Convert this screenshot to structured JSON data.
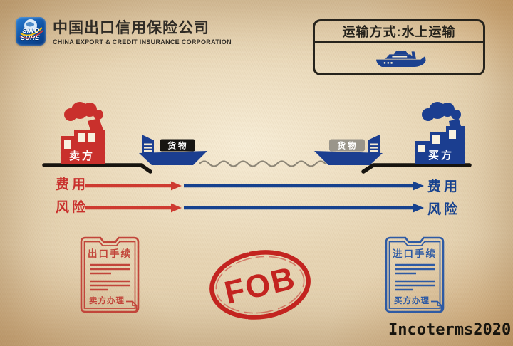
{
  "header": {
    "logo_line1": "SINO",
    "logo_line2": "SURE",
    "company_cn": "中国出口信用保险公司",
    "company_en": "CHINA EXPORT & CREDIT INSURANCE CORPORATION"
  },
  "transport": {
    "title": "运输方式:水上运输",
    "icon": "ship-icon"
  },
  "scene": {
    "seller_label": "卖方",
    "buyer_label": "买方",
    "cargo_left_label": "货物",
    "cargo_right_label": "货物"
  },
  "arrows": {
    "rows": [
      {
        "left_label": "费用",
        "right_label": "费用"
      },
      {
        "left_label": "风险",
        "right_label": "风险"
      }
    ]
  },
  "documents": {
    "export": {
      "title": "出口手续",
      "handler": "卖方办理"
    },
    "import": {
      "title": "进口手续",
      "handler": "买方办理"
    }
  },
  "stamp": {
    "label": "FOB"
  },
  "footer": {
    "brand": "Incoterms2020"
  },
  "colors": {
    "seller_red": "#c9302c",
    "buyer_blue": "#1b3e90",
    "arrow_red": "#ce3a30",
    "arrow_blue": "#16418e",
    "stamp_red": "#c32420",
    "doc_red": "#c2453a",
    "doc_blue": "#2e5aa4",
    "cargo_left_bg": "#171512",
    "cargo_right_bg": "#9a958a",
    "ink": "#26231c",
    "paper": "#e2cfae"
  }
}
